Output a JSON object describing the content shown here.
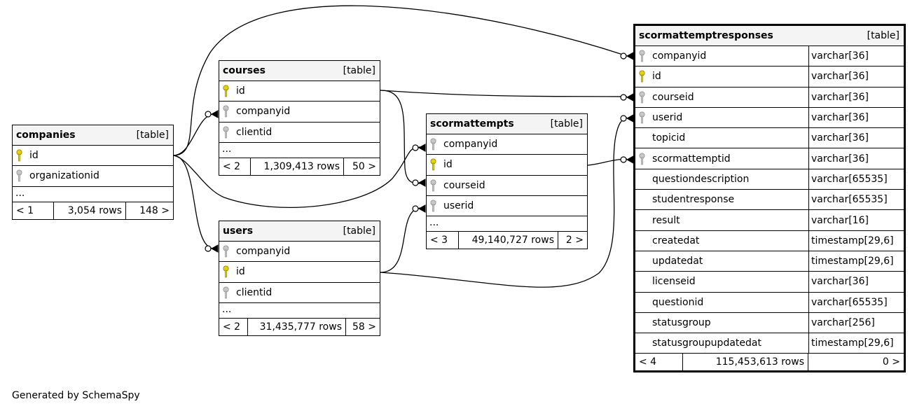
{
  "tables": {
    "companies": {
      "name": "companies",
      "type_label": "[table]",
      "columns": [
        {
          "name": "id",
          "key": "primary"
        },
        {
          "name": "organizationid",
          "key": "foreign"
        }
      ],
      "ellipsis": "...",
      "footer": {
        "parents": "< 1",
        "rows": "3,054 rows",
        "children": "148 >"
      }
    },
    "courses": {
      "name": "courses",
      "type_label": "[table]",
      "columns": [
        {
          "name": "id",
          "key": "primary"
        },
        {
          "name": "companyid",
          "key": "foreign"
        },
        {
          "name": "clientid",
          "key": "foreign"
        }
      ],
      "ellipsis": "...",
      "footer": {
        "parents": "< 2",
        "rows": "1,309,413 rows",
        "children": "50 >"
      }
    },
    "users": {
      "name": "users",
      "type_label": "[table]",
      "columns": [
        {
          "name": "companyid",
          "key": "foreign"
        },
        {
          "name": "id",
          "key": "primary"
        },
        {
          "name": "clientid",
          "key": "foreign"
        }
      ],
      "ellipsis": "...",
      "footer": {
        "parents": "< 2",
        "rows": "31,435,777 rows",
        "children": "58 >"
      }
    },
    "scormattempts": {
      "name": "scormattempts",
      "type_label": "[table]",
      "columns": [
        {
          "name": "companyid",
          "key": "foreign"
        },
        {
          "name": "id",
          "key": "primary"
        },
        {
          "name": "courseid",
          "key": "foreign"
        },
        {
          "name": "userid",
          "key": "foreign"
        }
      ],
      "ellipsis": "...",
      "footer": {
        "parents": "< 3",
        "rows": "49,140,727 rows",
        "children": "2 >"
      }
    },
    "scormattemptresponses": {
      "name": "scormattemptresponses",
      "type_label": "[table]",
      "columns": [
        {
          "name": "companyid",
          "type": "varchar[36]",
          "key": "foreign"
        },
        {
          "name": "id",
          "type": "varchar[36]",
          "key": "primary"
        },
        {
          "name": "courseid",
          "type": "varchar[36]",
          "key": "foreign"
        },
        {
          "name": "userid",
          "type": "varchar[36]",
          "key": "foreign"
        },
        {
          "name": "topicid",
          "type": "varchar[36]",
          "key": "none"
        },
        {
          "name": "scormattemptid",
          "type": "varchar[36]",
          "key": "foreign"
        },
        {
          "name": "questiondescription",
          "type": "varchar[65535]",
          "key": "none"
        },
        {
          "name": "studentresponse",
          "type": "varchar[65535]",
          "key": "none"
        },
        {
          "name": "result",
          "type": "varchar[16]",
          "key": "none"
        },
        {
          "name": "createdat",
          "type": "timestamp[29,6]",
          "key": "none"
        },
        {
          "name": "updatedat",
          "type": "timestamp[29,6]",
          "key": "none"
        },
        {
          "name": "licenseid",
          "type": "varchar[36]",
          "key": "none"
        },
        {
          "name": "questionid",
          "type": "varchar[65535]",
          "key": "none"
        },
        {
          "name": "statusgroup",
          "type": "varchar[256]",
          "key": "none"
        },
        {
          "name": "statusgroupupdatedat",
          "type": "timestamp[29,6]",
          "key": "none"
        }
      ],
      "footer": {
        "parents": "< 4",
        "rows": "115,453,613 rows",
        "children": "0 >"
      }
    }
  },
  "colors": {
    "primary_key": "#e8d400",
    "foreign_key": "#b8b8b8",
    "header_bg": "#f4f4f4"
  },
  "caption": "Generated by SchemaSpy"
}
